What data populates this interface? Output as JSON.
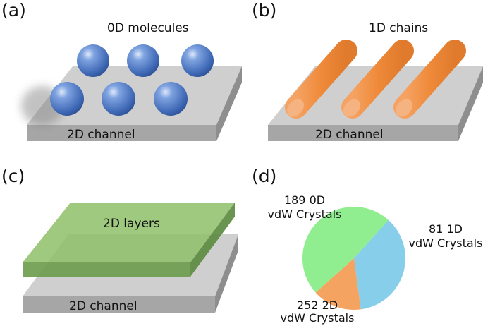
{
  "panels": {
    "a": {
      "label": "(a)",
      "caption": "0D molecules",
      "base": "2D channel"
    },
    "b": {
      "label": "(b)",
      "caption": "1D chains",
      "base": "2D channel"
    },
    "c": {
      "label": "(c)",
      "layer": "2D layers",
      "base": "2D channel"
    },
    "d": {
      "label": "(d)"
    }
  },
  "colors": {
    "slab_top": "#cfcfcf",
    "slab_side": "#a6a6a6",
    "sphere": "#4a78c8",
    "chain": "#f08a3e",
    "layer_top": "#8fbf6a",
    "layer_side": "#6a9c4a"
  },
  "chart_data": {
    "type": "pie",
    "slices": [
      {
        "value": 189,
        "line1": "189 0D",
        "line2": "vdW Crystals",
        "color": "#87ceeb"
      },
      {
        "value": 81,
        "line1": "81 1D",
        "line2": "vdW Crystals",
        "color": "#f4a460"
      },
      {
        "value": 252,
        "line1": "252 2D",
        "line2": "vdW Crystals",
        "color": "#90ee90"
      }
    ]
  }
}
